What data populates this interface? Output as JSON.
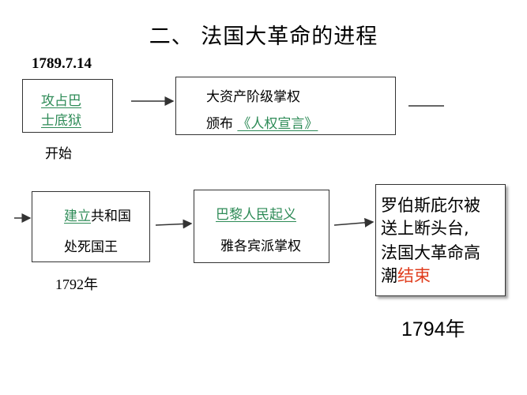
{
  "title": "二、 法国大革命的进程",
  "stage1": {
    "date": "1789.7.14",
    "event_line1": "攻占巴",
    "event_line2": "士底狱",
    "caption": "开始"
  },
  "stage2": {
    "line1": "大资产阶级掌权",
    "line2_prefix": "颁布",
    "line2_link": "《人权宣言》"
  },
  "stage3": {
    "line1_link": "建立",
    "line1_rest": "共和国",
    "line2": "处死国王",
    "date": "1792年"
  },
  "stage4": {
    "line1_link": "巴黎人民起义",
    "line2": "雅各宾派掌权"
  },
  "stage5": {
    "line1": "罗伯斯庇尔被",
    "line2": "送上断头台,",
    "line3": "法国大革命高",
    "line4_prefix": "潮",
    "line4_highlight": "结束",
    "date": "1794年"
  },
  "colors": {
    "link": "#2e8b57",
    "highlight": "#e03c1c"
  }
}
